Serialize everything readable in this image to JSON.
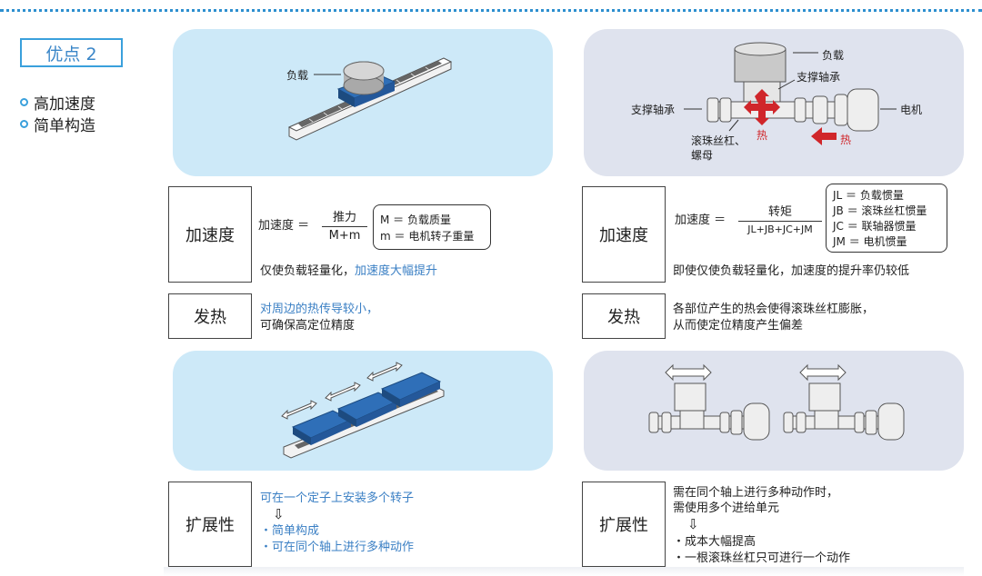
{
  "badge": "优点 2",
  "points": [
    "高加速度",
    "简单构造"
  ],
  "left": {
    "fig1": {
      "load_label": "负载"
    },
    "accel": {
      "label": "加速度",
      "formula_lhs": "加速度 ＝",
      "numerator": "推力",
      "denominator": "M+m",
      "def_M": "M ＝ 负载质量",
      "def_m": "m ＝ 电机转子重量",
      "note_prefix": "仅使负载轻量化，",
      "note_highlight": "加速度大幅提升"
    },
    "heat": {
      "label": "发热",
      "line1": "对周边的热传导较小，",
      "line2": "可确保高定位精度"
    },
    "expand": {
      "label": "扩展性",
      "line1": "可在一个定子上安装多个转子",
      "arrow": "⇩",
      "item1": "・简单构成",
      "item2": "・可在同个轴上进行多种动作"
    }
  },
  "right": {
    "fig1": {
      "load_label": "负载",
      "bearing_top": "支撑轴承",
      "bearing_left": "支撑轴承",
      "motor": "电机",
      "screw_line1": "滚珠丝杠、",
      "screw_line2": "螺母",
      "heat1": "热",
      "heat2": "热"
    },
    "accel": {
      "label": "加速度",
      "formula_lhs": "加速度 ＝",
      "numerator": "转矩",
      "denominator": "JL+JB+JC+JM",
      "def_L": "JL ＝ 负载惯量",
      "def_B": "JB ＝ 滚珠丝杠惯量",
      "def_C": "JC ＝ 联轴器惯量",
      "def_M": "JM ＝ 电机惯量",
      "note": "即使仅使负载轻量化，加速度的提升率仍较低"
    },
    "heat": {
      "label": "发热",
      "line1": "各部位产生的热会使得滚珠丝杠膨胀，",
      "line2": "从而使定位精度产生偏差"
    },
    "expand": {
      "label": "扩展性",
      "line1": "需在同个轴上进行多种动作时，",
      "line2": "需使用多个进给单元",
      "arrow": "⇩",
      "item1": "・成本大幅提高",
      "item2": "・一根滚珠丝杠只可进行一个动作"
    }
  },
  "colors": {
    "accent": "#3aa0dc",
    "panel_blue": "#cde9f8",
    "panel_grey": "#dfe3ee",
    "block": "#2f6fb8",
    "heat_red": "#d0262a"
  }
}
